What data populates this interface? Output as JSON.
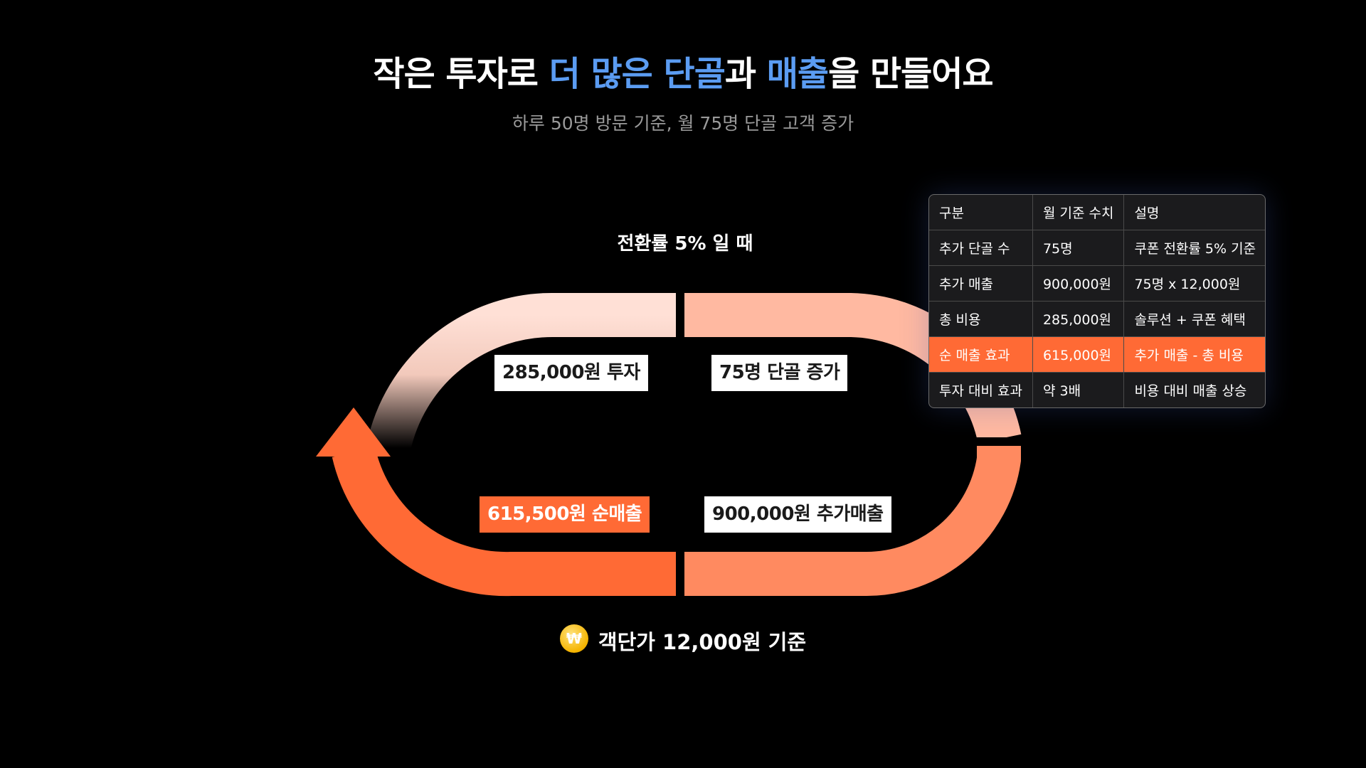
{
  "header": {
    "title_parts": [
      "작은 투자로 ",
      "더 많은 단골",
      "과 ",
      "매출",
      "을 만들어요"
    ],
    "accent_color": "#5b9cf2",
    "subtitle": "하루 50명 방문 기준, 월 75명 단골 고객 증가"
  },
  "cycle": {
    "caption": "전환률 5% 일 때",
    "labels": {
      "investment": "285,000원 투자",
      "customers": "75명 단골 증가",
      "net_sales": "615,500원 순매출",
      "extra_sales": "900,000원 추가매출"
    },
    "colors": {
      "top_left": "#ffe0d6",
      "top_right": "#ffb9a1",
      "right": "#ff8a60",
      "bottom_right": "#ff8155",
      "bottom_left": "#ff6a35"
    }
  },
  "table": {
    "headers": [
      "구분",
      "월 기준 수치",
      "설명"
    ],
    "rows": [
      [
        "추가 단골 수",
        "75명",
        "쿠폰 전환률 5% 기준"
      ],
      [
        "추가 매출",
        "900,000원",
        "75명 x 12,000원"
      ],
      [
        "총 비용",
        "285,000원",
        "솔루션 + 쿠폰 혜택"
      ],
      [
        "순 매출 효과",
        "615,000원",
        "추가 매출 - 총 비용"
      ],
      [
        "투자 대비 효과",
        "약 3배",
        "비용 대비 매출 상승"
      ]
    ],
    "highlight_color": "#ff6a35"
  },
  "footer": {
    "icon": "coin-icon",
    "coin_symbol": "₩",
    "text": "객단가  12,000원 기준"
  }
}
